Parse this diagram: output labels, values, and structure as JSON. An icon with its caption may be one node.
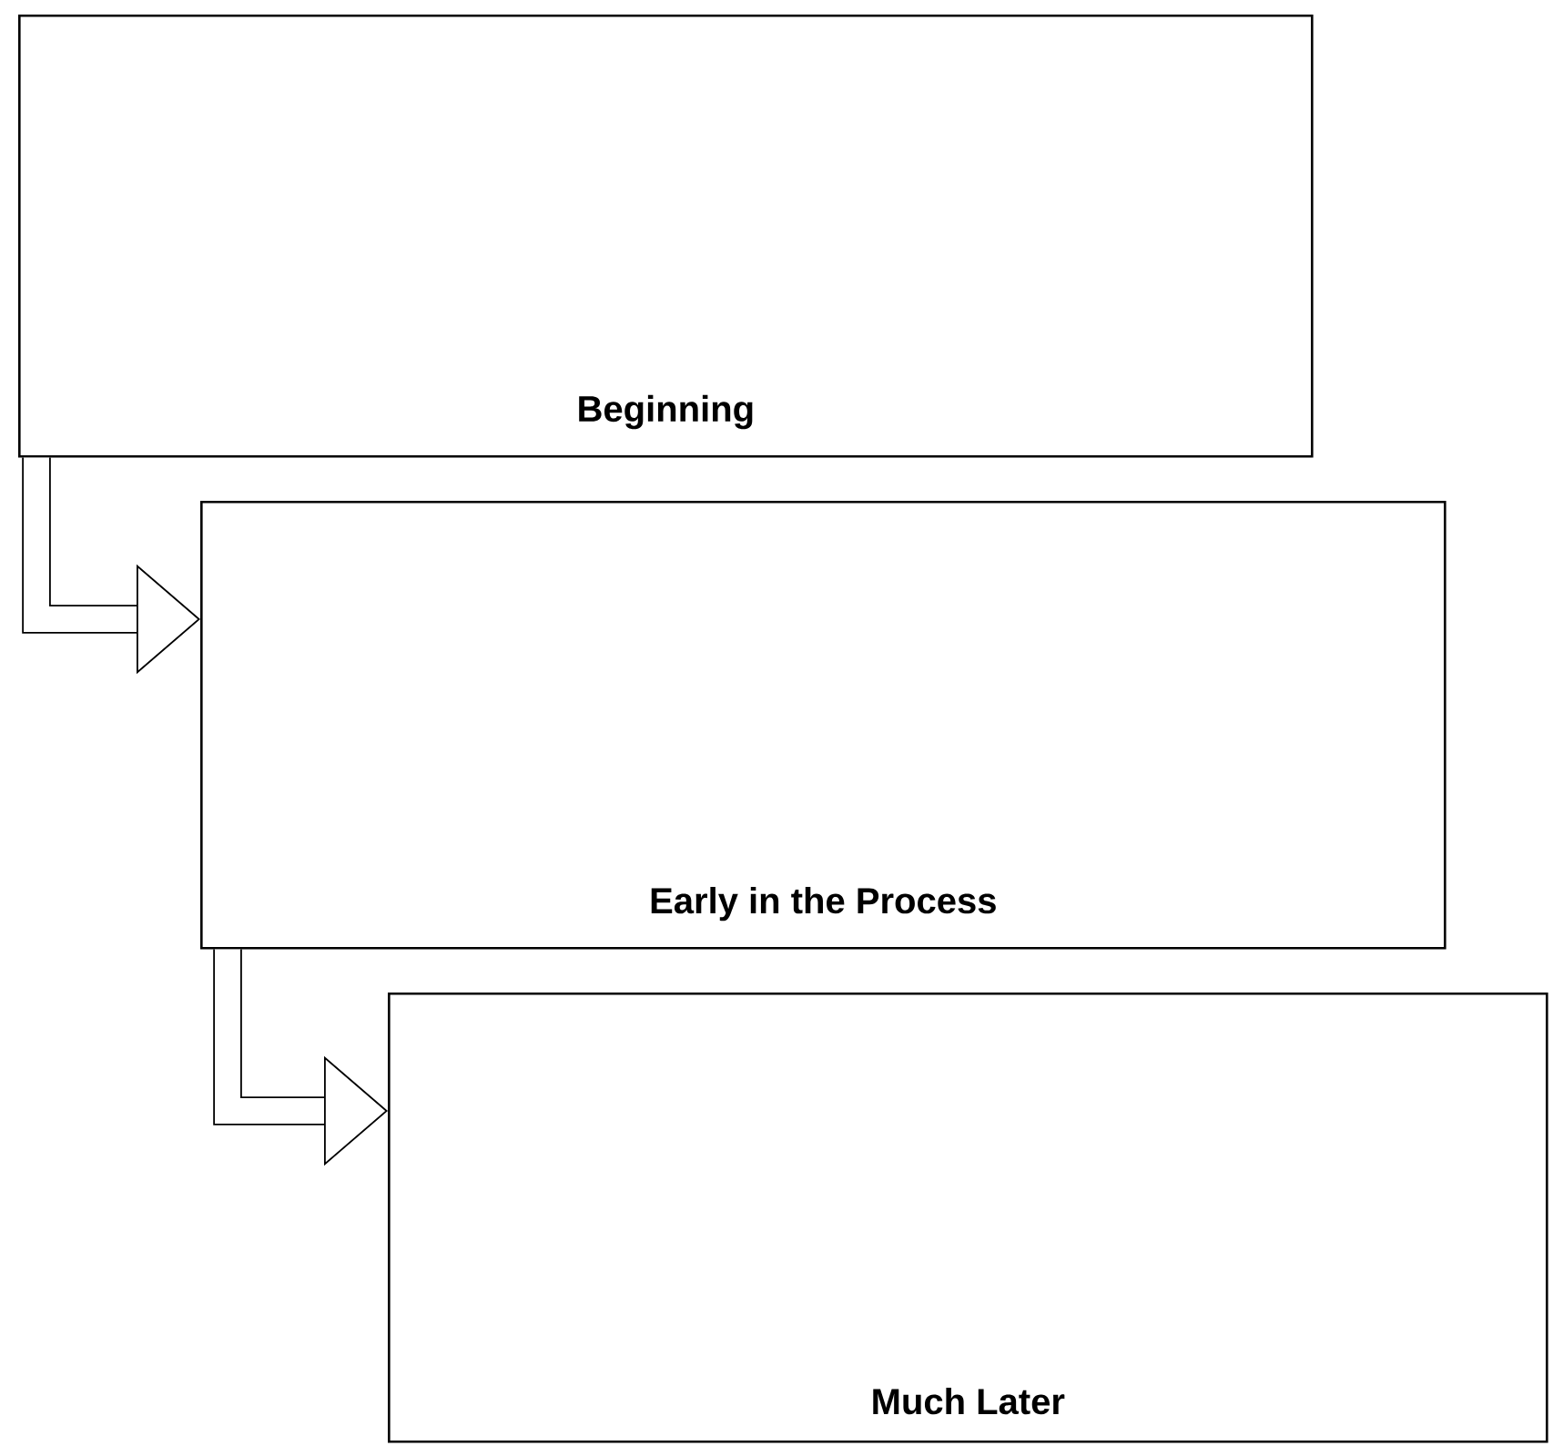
{
  "diagram": {
    "nodes": [
      {
        "text": [
          "Beginning"
        ]
      },
      {
        "text": [
          "Early in the Process"
        ]
      },
      {
        "text": [
          "Much Later"
        ]
      }
    ],
    "edges": [
      {
        "from": 0,
        "to": 1,
        "arrow": "to"
      },
      {
        "from": 1,
        "to": 2,
        "arrow": "to"
      }
    ]
  }
}
